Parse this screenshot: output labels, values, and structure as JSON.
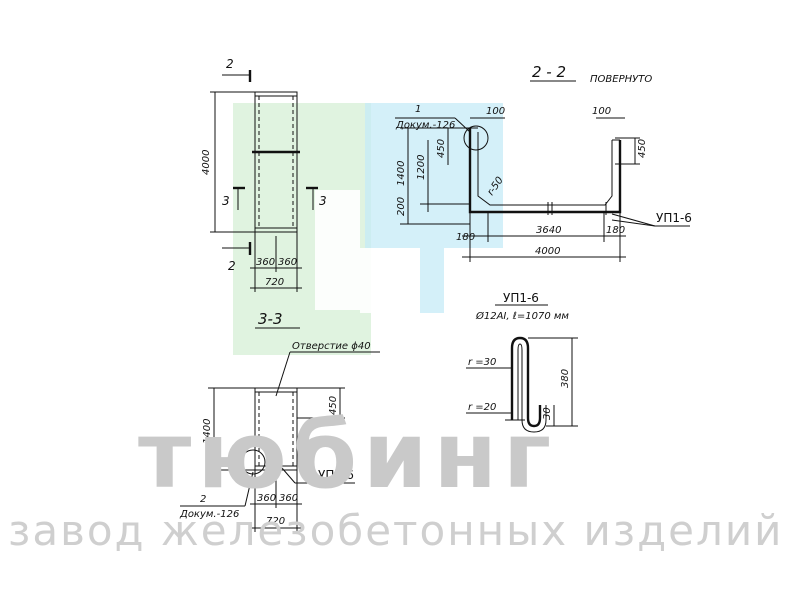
{
  "section_2_2": {
    "title": "2 - 2",
    "subtitle": "ПОВЕРНУТО",
    "callout_number": "1",
    "callout_doc": "Докум.-126",
    "dims": {
      "top_100_left": "100",
      "top_100_right": "100",
      "h1400": "1400",
      "h1200": "1200",
      "h450_left": "450",
      "h450_right": "450",
      "r50": "r-50",
      "h200": "200",
      "w180": "180",
      "w3640": "3640",
      "w180_right": "180",
      "w4000": "4000"
    },
    "label_up": "УП1-6"
  },
  "view_2": {
    "section_mark_top": "2",
    "section_mark_bottom": "2",
    "section_3_left": "3",
    "section_3_right": "3",
    "height": "4000",
    "w360a": "360",
    "w360b": "360",
    "w720": "720"
  },
  "section_3_3": {
    "title": "3-3",
    "hole_label": "Отверстие ϕ40",
    "height": "1400",
    "h450": "450",
    "label_up": "УП1-6",
    "callout_number": "2",
    "callout_doc": "Докум.-126",
    "w360a": "360",
    "w360b": "360",
    "w720": "720"
  },
  "detail_up": {
    "title": "УП1-6",
    "spec": "Ø12АI, ℓ=1070 мм",
    "r30": "r =30",
    "r20": "r =20",
    "h380": "380",
    "h30": "30"
  },
  "watermark": {
    "brand": "тюбинг",
    "tagline": "завод железобетонных изделий",
    "colors": {
      "green": "#d4efd4",
      "blue": "#c8ecf7",
      "text": "#c9c9c9"
    }
  }
}
